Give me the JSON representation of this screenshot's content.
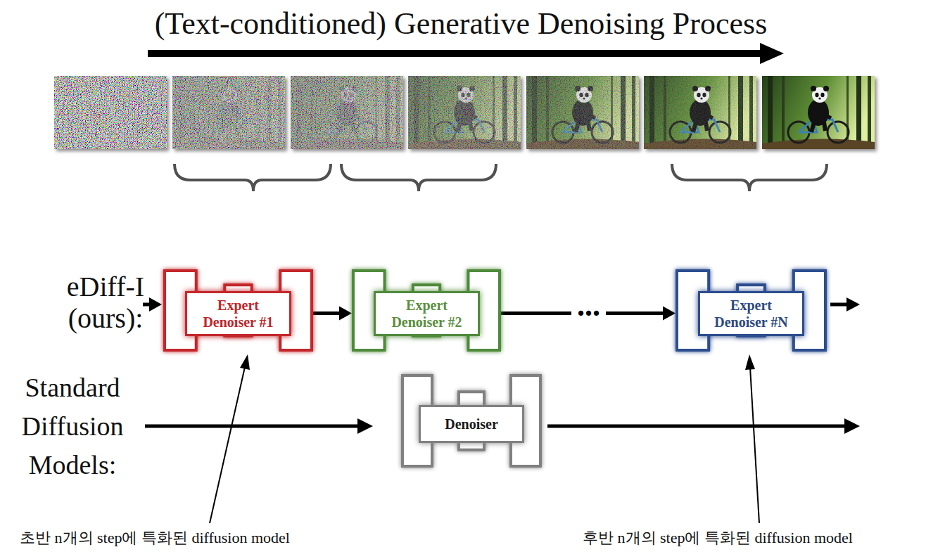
{
  "diagram": {
    "title": "(Text-conditioned) Generative Denoising Process",
    "nodes": [
      {
        "text": [
          "Expert Denoiser #1"
        ]
      },
      {
        "text": [
          "Expert Denoiser #2"
        ]
      },
      {
        "text": [
          "Expert Denoiser #N"
        ]
      },
      {
        "text": [
          "Denoiser"
        ]
      }
    ],
    "edges": [
      {
        "from": 0,
        "to": 1,
        "arrow": "to"
      },
      {
        "from": 1,
        "to": 2,
        "label": "...",
        "arrow": "to"
      }
    ],
    "labels": [
      "eDiff-I (ours):",
      "Standard Diffusion Models:",
      "초반 n개의 step에 특화된 diffusion model",
      "후반 n개의 step에 특화된 diffusion model"
    ]
  }
}
